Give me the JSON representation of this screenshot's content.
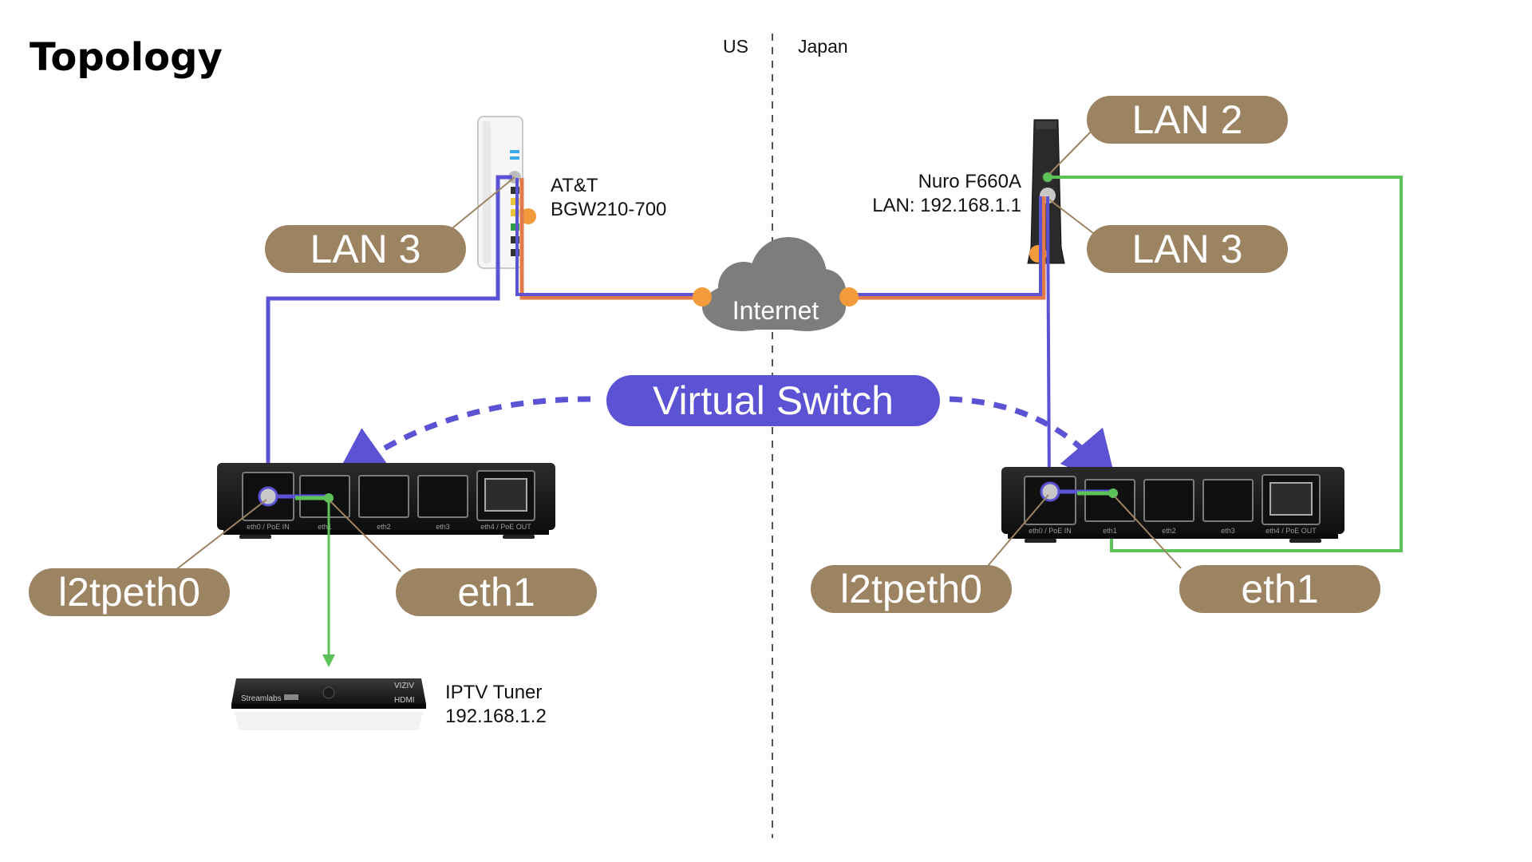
{
  "title": "Topology",
  "regions": {
    "left": "US",
    "right": "Japan"
  },
  "internet_label": "Internet",
  "virtual_switch_label": "Virtual Switch",
  "devices": {
    "att_gateway": {
      "line1": "AT&T",
      "line2": "BGW210-700"
    },
    "nuro_gateway": {
      "line1": "Nuro F660A",
      "line2": "LAN: 192.168.1.1"
    },
    "iptv_tuner": {
      "line1": "IPTV Tuner",
      "line2": "192.168.1.2",
      "brand": "Streamlabs",
      "badge": "VIZIV",
      "hdmi": "HDMI"
    }
  },
  "pills": {
    "us_lan3": "LAN 3",
    "jp_lan2": "LAN 2",
    "jp_lan3": "LAN 3",
    "us_l2tp": "l2tpeth0",
    "us_eth1": "eth1",
    "jp_l2tp": "l2tpeth0",
    "jp_eth1": "eth1"
  },
  "router_ports": [
    "eth0 / PoE IN",
    "eth1",
    "eth2",
    "eth3",
    "eth4 / PoE OUT"
  ],
  "colors": {
    "pill": "#9c8462",
    "virtual_switch": "#5b52d4",
    "tunnel": "#5b52d4",
    "wan": "#e07a4a",
    "lan": "#5ec25a",
    "cloud": "#7d7d7d",
    "port_dot": "#f39a3c"
  }
}
